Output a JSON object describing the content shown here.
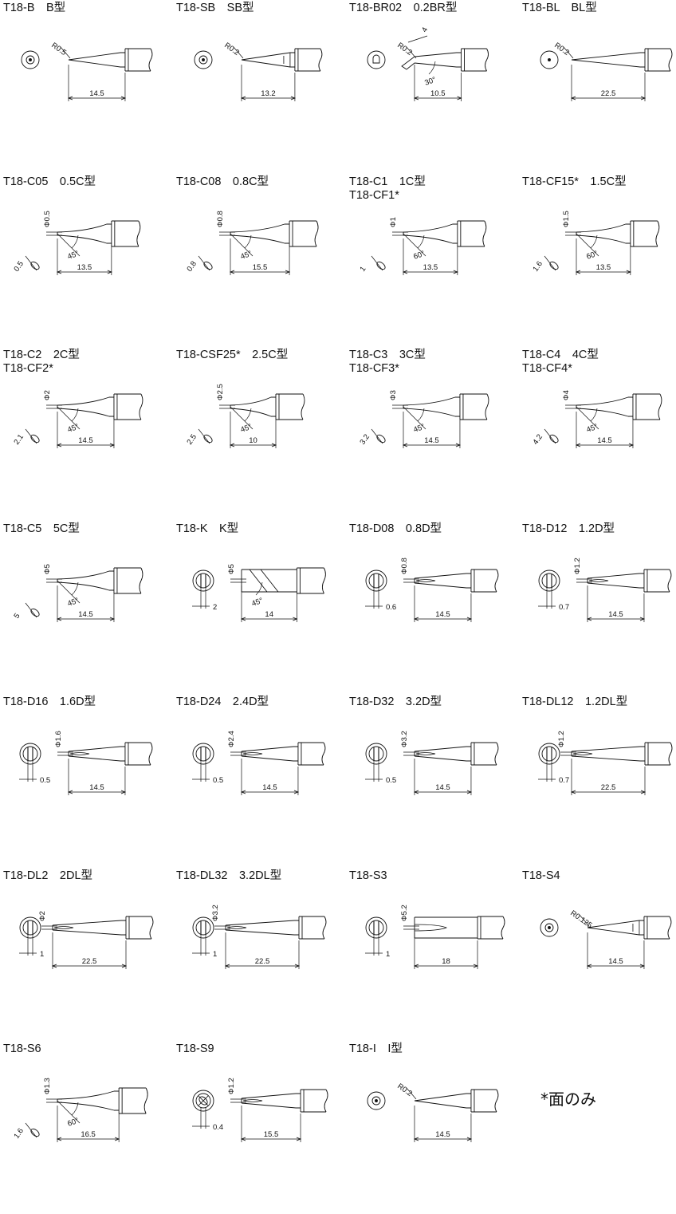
{
  "tips": [
    {
      "id": "t18-b",
      "title": "T18-B　B型",
      "front": "circle-dot",
      "profile": "conical",
      "dims": [
        {
          "t": "R0.5",
          "k": "r"
        },
        {
          "t": "14.5",
          "k": "len"
        }
      ]
    },
    {
      "id": "t18-sb",
      "title": "T18-SB　SB型",
      "front": "circle-dot",
      "profile": "conical-short",
      "dims": [
        {
          "t": "R0.2",
          "k": "r"
        },
        {
          "t": "13.2",
          "k": "len"
        }
      ]
    },
    {
      "id": "t18-br02",
      "title": "T18-BR02　0.2BR型",
      "front": "bent",
      "profile": "bent",
      "dims": [
        {
          "t": "4",
          "k": "top"
        },
        {
          "t": "30°",
          "k": "ang"
        },
        {
          "t": "R0.2",
          "k": "r2"
        },
        {
          "t": "10.5",
          "k": "len"
        }
      ]
    },
    {
      "id": "t18-bl",
      "title": "T18-BL　BL型",
      "front": "dot",
      "profile": "long-conical",
      "dims": [
        {
          "t": "R0.2",
          "k": "r"
        },
        {
          "t": "22.5",
          "k": "len"
        }
      ]
    },
    {
      "id": "t18-c05",
      "title": "T18-C05　0.5C型",
      "front": "bevel-small",
      "profile": "bevel",
      "dims": [
        {
          "t": "Φ0.5",
          "k": "dia"
        },
        {
          "t": "0.5",
          "k": "face"
        },
        {
          "t": "45°",
          "k": "ang"
        },
        {
          "t": "13.5",
          "k": "len"
        }
      ]
    },
    {
      "id": "t18-c08",
      "title": "T18-C08　0.8C型",
      "front": "bevel-small",
      "profile": "bevel",
      "dims": [
        {
          "t": "Φ0.8",
          "k": "dia"
        },
        {
          "t": "0.8",
          "k": "face"
        },
        {
          "t": "45°",
          "k": "ang"
        },
        {
          "t": "15.5",
          "k": "len"
        }
      ]
    },
    {
      "id": "t18-c1",
      "title": "T18-C1　1C型",
      "title2": "T18-CF1*",
      "front": "bevel-oval",
      "profile": "bevel60",
      "dims": [
        {
          "t": "Φ1",
          "k": "dia"
        },
        {
          "t": "1",
          "k": "face"
        },
        {
          "t": "60°",
          "k": "ang"
        },
        {
          "t": "13.5",
          "k": "len"
        }
      ]
    },
    {
      "id": "t18-cf15",
      "title": "T18-CF15*　1.5C型",
      "front": "bevel-oval",
      "profile": "bevel60",
      "dims": [
        {
          "t": "Φ1.5",
          "k": "dia"
        },
        {
          "t": "1.6",
          "k": "face"
        },
        {
          "t": "60°",
          "k": "ang"
        },
        {
          "t": "13.5",
          "k": "len"
        }
      ]
    },
    {
      "id": "t18-c2",
      "title": "T18-C2　2C型",
      "title2": "T18-CF2*",
      "front": "bevel-oval",
      "profile": "bevel",
      "dims": [
        {
          "t": "Φ2",
          "k": "dia"
        },
        {
          "t": "2.1",
          "k": "face"
        },
        {
          "t": "45°",
          "k": "ang"
        },
        {
          "t": "14.5",
          "k": "len"
        }
      ]
    },
    {
      "id": "t18-csf25",
      "title": "T18-CSF25*　2.5C型",
      "front": "bevel-oval",
      "profile": "bevel",
      "dims": [
        {
          "t": "Φ2.5",
          "k": "dia"
        },
        {
          "t": "2.5",
          "k": "face"
        },
        {
          "t": "45°",
          "k": "ang"
        },
        {
          "t": "10",
          "k": "len"
        }
      ]
    },
    {
      "id": "t18-c3",
      "title": "T18-C3　3C型",
      "title2": "T18-CF3*",
      "front": "bevel-oval",
      "profile": "bevel",
      "dims": [
        {
          "t": "Φ3",
          "k": "dia"
        },
        {
          "t": "3.2",
          "k": "face"
        },
        {
          "t": "45°",
          "k": "ang"
        },
        {
          "t": "14.5",
          "k": "len"
        }
      ]
    },
    {
      "id": "t18-c4",
      "title": "T18-C4　4C型",
      "title2": "T18-CF4*",
      "front": "bevel-oval",
      "profile": "bevel",
      "dims": [
        {
          "t": "Φ4",
          "k": "dia"
        },
        {
          "t": "4.2",
          "k": "face"
        },
        {
          "t": "45°",
          "k": "ang"
        },
        {
          "t": "14.5",
          "k": "len"
        }
      ]
    },
    {
      "id": "t18-c5",
      "title": "T18-C5　5C型",
      "front": "bevel-oval",
      "profile": "bevel-straight",
      "dims": [
        {
          "t": "Φ5",
          "k": "dia"
        },
        {
          "t": "5",
          "k": "face"
        },
        {
          "t": "45°",
          "k": "ang"
        },
        {
          "t": "14.5",
          "k": "len"
        }
      ]
    },
    {
      "id": "t18-k",
      "title": "T18-K　K型",
      "front": "knife",
      "profile": "knife",
      "dims": [
        {
          "t": "Φ5",
          "k": "dia"
        },
        {
          "t": "2",
          "k": "w"
        },
        {
          "t": "45°",
          "k": "ang"
        },
        {
          "t": "14",
          "k": "len"
        }
      ]
    },
    {
      "id": "t18-d08",
      "title": "T18-D08　0.8D型",
      "front": "slot",
      "profile": "chisel",
      "dims": [
        {
          "t": "Φ0.8",
          "k": "dia"
        },
        {
          "t": "0.6",
          "k": "w"
        },
        {
          "t": "14.5",
          "k": "len"
        }
      ]
    },
    {
      "id": "t18-d12",
      "title": "T18-D12　1.2D型",
      "front": "slot",
      "profile": "chisel",
      "dims": [
        {
          "t": "Φ1.2",
          "k": "dia"
        },
        {
          "t": "0.7",
          "k": "w"
        },
        {
          "t": "14.5",
          "k": "len"
        }
      ]
    },
    {
      "id": "t18-d16",
      "title": "T18-D16　1.6D型",
      "front": "slot",
      "profile": "chisel",
      "dims": [
        {
          "t": "Φ1.6",
          "k": "dia"
        },
        {
          "t": "0.5",
          "k": "w"
        },
        {
          "t": "14.5",
          "k": "len"
        }
      ]
    },
    {
      "id": "t18-d24",
      "title": "T18-D24　2.4D型",
      "front": "slot",
      "profile": "chisel",
      "dims": [
        {
          "t": "Φ2.4",
          "k": "dia"
        },
        {
          "t": "0.5",
          "k": "w"
        },
        {
          "t": "14.5",
          "k": "len"
        }
      ]
    },
    {
      "id": "t18-d32",
      "title": "T18-D32　3.2D型",
      "front": "slot",
      "profile": "chisel",
      "dims": [
        {
          "t": "Φ3.2",
          "k": "dia"
        },
        {
          "t": "0.5",
          "k": "w"
        },
        {
          "t": "14.5",
          "k": "len"
        }
      ]
    },
    {
      "id": "t18-dl12",
      "title": "T18-DL12　1.2DL型",
      "front": "slot",
      "profile": "chisel-long",
      "dims": [
        {
          "t": "Φ1.2",
          "k": "dia"
        },
        {
          "t": "0.7",
          "k": "w"
        },
        {
          "t": "22.5",
          "k": "len"
        }
      ]
    },
    {
      "id": "t18-dl2",
      "title": "T18-DL2　2DL型",
      "front": "slot",
      "profile": "chisel-long",
      "dims": [
        {
          "t": "Φ2",
          "k": "dia"
        },
        {
          "t": "1",
          "k": "w"
        },
        {
          "t": "22.5",
          "k": "len"
        }
      ]
    },
    {
      "id": "t18-dl32",
      "title": "T18-DL32　3.2DL型",
      "front": "slot",
      "profile": "chisel-long",
      "dims": [
        {
          "t": "Φ3.2",
          "k": "dia"
        },
        {
          "t": "1",
          "k": "w"
        },
        {
          "t": "22.5",
          "k": "len"
        }
      ]
    },
    {
      "id": "t18-s3",
      "title": "T18-S3",
      "front": "slot",
      "profile": "blade",
      "dims": [
        {
          "t": "Φ5.2",
          "k": "dia"
        },
        {
          "t": "1",
          "k": "w"
        },
        {
          "t": "18",
          "k": "len"
        }
      ]
    },
    {
      "id": "t18-s4",
      "title": "T18-S4",
      "front": "circle-dot",
      "profile": "needle",
      "dims": [
        {
          "t": "R0.125",
          "k": "r"
        },
        {
          "t": "14.5",
          "k": "len"
        }
      ]
    },
    {
      "id": "t18-s6",
      "title": "T18-S6",
      "front": "bevel-oval",
      "profile": "bevel60",
      "dims": [
        {
          "t": "Φ1.3",
          "k": "dia"
        },
        {
          "t": "1.6",
          "k": "face"
        },
        {
          "t": "60°",
          "k": "ang"
        },
        {
          "t": "16.5",
          "k": "len"
        }
      ]
    },
    {
      "id": "t18-s9",
      "title": "T18-S9",
      "front": "cross",
      "profile": "chisel",
      "dims": [
        {
          "t": "Φ1.2",
          "k": "dia"
        },
        {
          "t": "0.4",
          "k": "w"
        },
        {
          "t": "15.5",
          "k": "len"
        }
      ]
    },
    {
      "id": "t18-i",
      "title": "T18-I　I型",
      "front": "circle-dot",
      "profile": "conical",
      "dims": [
        {
          "t": "R0.2",
          "k": "r"
        },
        {
          "t": "14.5",
          "k": "len"
        }
      ]
    }
  ],
  "footnote": "*面のみ"
}
